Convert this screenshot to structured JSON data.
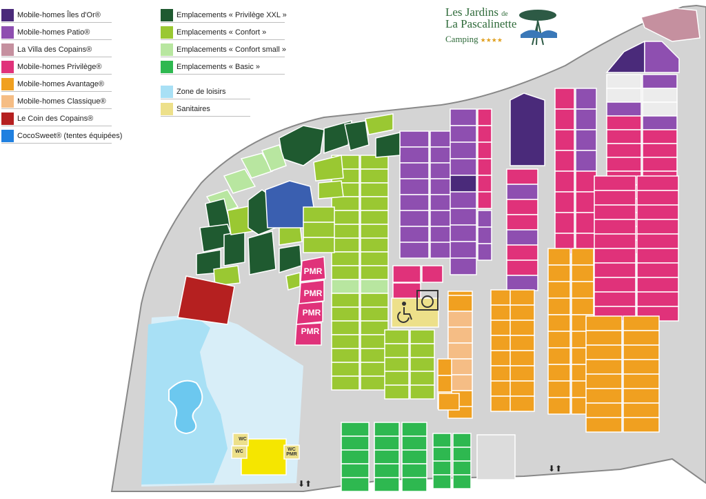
{
  "legend_left": [
    {
      "label": "Mobile-homes Îles d'Or®",
      "color": "#4a2a7a"
    },
    {
      "label": "Mobile-homes Patio®",
      "color": "#8e4fb0"
    },
    {
      "label": "La Villa des Copains®",
      "color": "#c5909f"
    },
    {
      "label": "Mobile-homes Privilège®",
      "color": "#e0327a"
    },
    {
      "label": "Mobile-homes Avantage®",
      "color": "#f0a020"
    },
    {
      "label": "Mobile-homes Classique®",
      "color": "#f5bd85"
    },
    {
      "label": "Le Coin des Copains®",
      "color": "#b52020"
    },
    {
      "label": "CocoSweet® (tentes équipées)",
      "color": "#2080e0"
    }
  ],
  "legend_right": [
    {
      "label": "Emplacements « Privilège XXL »",
      "color": "#1f5a30"
    },
    {
      "label": "Emplacements « Confort »",
      "color": "#9ac832"
    },
    {
      "label": "Emplacements « Confort small »",
      "color": "#b8e6a0"
    },
    {
      "label": "Emplacements « Basic »",
      "color": "#2eb850"
    },
    {
      "label": "Zone de loisirs",
      "color": "#a8e0f5"
    },
    {
      "label": "Sanitaires",
      "color": "#ede08a"
    }
  ],
  "logo": {
    "line1": "Les Jardins",
    "line1_de": "de",
    "line2": "La Pascalinette",
    "line3": "Camping",
    "stars": "★★★★"
  },
  "map": {
    "pmr_labels": [
      "PMR",
      "PMR",
      "PMR",
      "PMR"
    ],
    "wc_labels": [
      "WC",
      "WC",
      "WC\nPMR"
    ],
    "colors": {
      "ground": "#d4d4d4",
      "road": "#ececec",
      "pool_area": "#d8eef8",
      "pool_zone": "#a8e0f5",
      "sanitary_main": "#f5e600",
      "sanitary_small": "#ede08a"
    },
    "icons": [
      "wheelchair-icon",
      "washing-machine-icon",
      "entrance-arrows-icon",
      "exit-arrows-icon",
      "tree-logo-icon"
    ]
  }
}
